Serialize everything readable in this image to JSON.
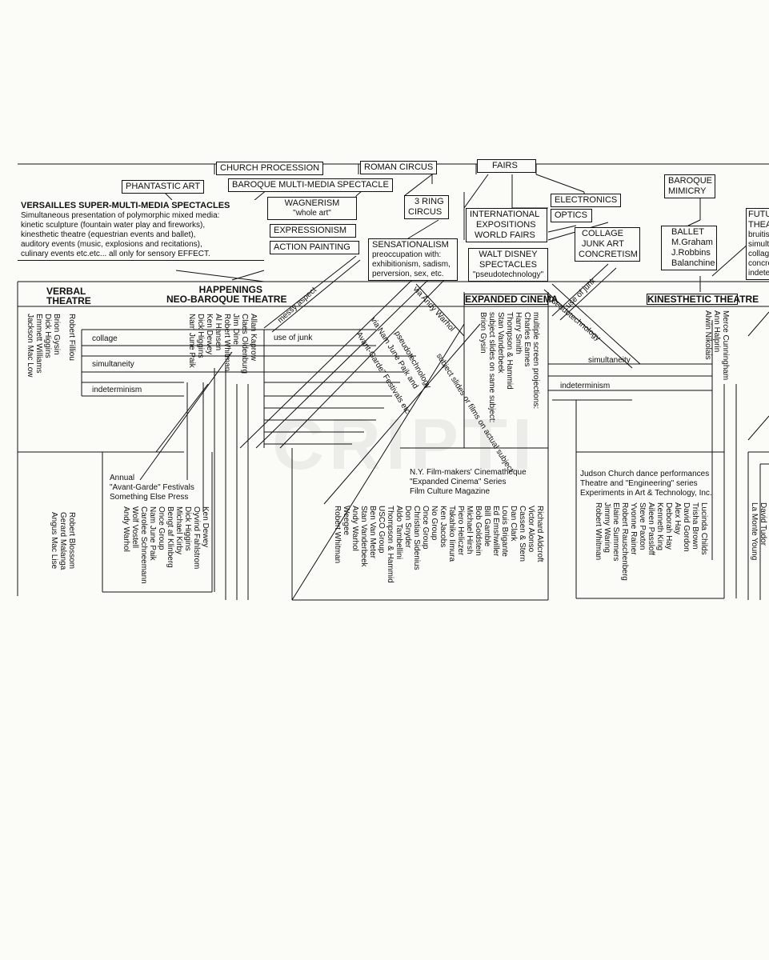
{
  "top_boxes": {
    "church_procession": "CHURCH PROCESSION",
    "roman_circus": "ROMAN CIRCUS",
    "fairs": "FAIRS",
    "phantastic_art": "PHANTASTIC ART",
    "baroque_multimedia": "BAROQUE MULTI-MEDIA SPECTACLE",
    "wagnerism": [
      "WAGNERISM",
      "\"whole art\""
    ],
    "three_ring": [
      "3 RING",
      "CIRCUS"
    ],
    "electronics": "ELECTRONICS",
    "optics": "OPTICS",
    "baroque_mimicry": [
      "BAROQUE",
      "MIMICRY"
    ],
    "futurist": [
      "FUTU",
      "THEA",
      "bruitis",
      "simult",
      "collag",
      "concre",
      "indete"
    ],
    "expressionism": "EXPRESSIONISM",
    "action_painting": "ACTION PAINTING",
    "international": [
      "INTERNATIONAL",
      "EXPOSITIONS",
      "WORLD FAIRS"
    ],
    "collage_junk": [
      "COLLAGE",
      "JUNK ART",
      "CONCRETISM"
    ],
    "ballet": [
      "BALLET",
      "M.Graham",
      "J.Robbins",
      "Balanchine"
    ],
    "sensationalism": [
      "SENSATIONALISM",
      "preoccupation with:",
      "exhibitionism, sadism,",
      "perversion, sex, etc."
    ],
    "walt_disney": [
      "WALT DISNEY",
      "SPECTACLES",
      "\"pseudotechnology\""
    ],
    "versailles": [
      "VERSAILLES SUPER-MULTI-MEDIA SPECTACLES",
      "Simultaneous presentation of polymorphic mixed media:",
      "kinetic sculpture (fountain water play and fireworks),",
      "kinesthetic theatre (equestrian events and ballet),",
      "auditory events (music, explosions and recitations),",
      "culinary events etc.etc... all only for sensory EFFECT."
    ]
  },
  "headers": {
    "verbal_theatre": [
      "VERBAL",
      "THEATRE"
    ],
    "happenings": [
      "HAPPENINGS",
      "NEO-BAROQUE THEATRE"
    ],
    "expanded_cinema": "EXPANDED CINEMA",
    "kinesthetic_theatre": "KINESTHETIC THEATRE"
  },
  "connector_labels": {
    "collage": "collage",
    "simultaneity": "simultaneity",
    "indeterminism": "indeterminism",
    "use_of_junk": "use of junk",
    "simultaneity_right": "simultaneity",
    "indeterminism_right": "indeterminism",
    "messy_aspect": "messy aspect",
    "via_nam_june": "via Nam June Paik and",
    "avant_garde_festivals": "\"Avant-Garde\" Festivals etc.",
    "via_andy_warhol": "via Andy Warhol",
    "pseudotechnology_a": "pseudotechnology",
    "subject_slides": "subject slides or films on actual subject",
    "use_of_junk_diag": "use of junk",
    "pseudotechnology_b": "pseudotechnology"
  },
  "columns": {
    "verbal_left": [
      "Jackson Mac Low",
      "Emmett Williams",
      "Dick Higgins",
      "Brion Gysin",
      "Robert Filliou"
    ],
    "verbal_right": [
      "Robert Blossom",
      "Gerard Malanga",
      "Angus Mac Lise"
    ],
    "happenings_names": [
      "Dick Higgins",
      "Nam June Paik",
      "Ken Dewey",
      "Al Hansen",
      "Robert Whitman",
      "Jim Dine",
      "Claes Oldenburg",
      "Allan Kaprow"
    ],
    "festival_header": [
      "Annual",
      "\"Avant-Garde\" Festivals",
      "Something Else Press"
    ],
    "festival_names": [
      "Andy Warhol",
      "Wolf Vostell",
      "Carolee Schneemann",
      "Nam June Paik",
      "Once Group",
      "Bengt af Klinberg",
      "Michael Kirby",
      "Dick Higgins",
      "Oyvind Fahlstrom",
      "Ken Dewey"
    ],
    "cinema_top": [
      "multiple screen projections:",
      "Charles Eames",
      "Harry Smith",
      "Thompson & Hammid",
      "Stan Vanderbeek",
      "subject slides on same subject:",
      "Brion Gysin"
    ],
    "cinema_header": [
      "N.Y. Film-makers' Cinematheque",
      "\"Expanded Cinema\" Series",
      "Film Culture Magazine"
    ],
    "cinema_names": [
      "Robert Whitman",
      "Weegee",
      "Andy Warhol",
      "Stan Vanderbeek",
      "Ben Van Meter",
      "USCO Group",
      "Thompson & Hammid",
      "Aldo Tambellini",
      "Don Snyder",
      "Christian Sidenius",
      "Once Group",
      "No Group",
      "Ken Jacobs",
      "Takahiko Iimura",
      "Piero Heliczer",
      "Michael Hirsh",
      "Bob Goldstein",
      "Bill Gamble",
      "Ed Emshwiller",
      "Louis Brigante",
      "Dan Clark",
      "Cassen & Stern",
      "Victor Alonso",
      "Richard Aldcroft"
    ],
    "kinesthetic_top": [
      "Alwin Nikolais",
      "Ann Halprin",
      "Merce Cunningham"
    ],
    "judson_header": [
      "Judson Church dance performances",
      "Theatre and \"Engineering\" series",
      "Experiments in Art & Technology, Inc."
    ],
    "judson_names": [
      "Robert Whitman",
      "Jimmy Waring",
      "Elaine Summers",
      "Robert Rauschenberg",
      "Yvonne Rainer",
      "Steve Paxton",
      "Aileen Passloff",
      "Kenneth King",
      "Deborah Hay",
      "Alex Hay",
      "David Gordon",
      "Trisha Brown",
      "Lucinda Childs"
    ],
    "far_right": [
      "La Monte Young",
      "David Tudor"
    ]
  },
  "watermark": "CRIPTI"
}
